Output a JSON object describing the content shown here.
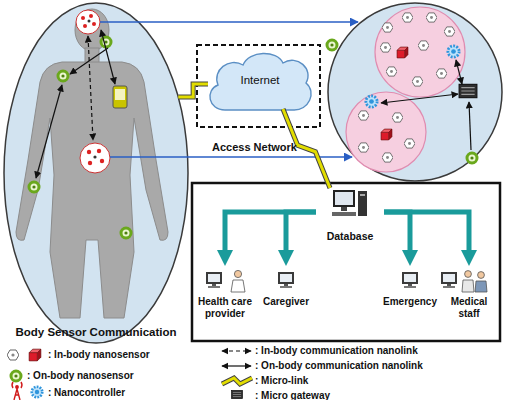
{
  "diagram": {
    "nodes": [
      {
        "text": [
          "Body Sensor Communication"
        ]
      },
      {
        "text": [
          "Internet"
        ]
      },
      {
        "text": [
          "Database"
        ]
      },
      {
        "text": [
          "Health care provider"
        ]
      },
      {
        "text": [
          "Caregiver"
        ]
      },
      {
        "text": [
          "Emergency"
        ]
      },
      {
        "text": [
          "Medical staff"
        ]
      }
    ],
    "edges": [
      {
        "from": 0,
        "to": 1,
        "arrow": "none"
      },
      {
        "from": 1,
        "to": 2,
        "arrow": "none"
      },
      {
        "from": 2,
        "to": 3,
        "arrow": "to"
      },
      {
        "from": 2,
        "to": 4,
        "arrow": "to"
      },
      {
        "from": 2,
        "to": 5,
        "arrow": "to"
      },
      {
        "from": 2,
        "to": 6,
        "arrow": "to"
      }
    ],
    "labels": [
      "Access Network"
    ],
    "legend": [
      {
        "text": ": In-body nanosensor"
      },
      {
        "text": ": On-body nanosensor"
      },
      {
        "text": ": Nanocontroller"
      },
      {
        "text": ": In-body communication nanolink"
      },
      {
        "text": ": On-body communication nanolink"
      },
      {
        "text": ": Micro-link"
      },
      {
        "text": ": Micro gateway"
      }
    ]
  }
}
